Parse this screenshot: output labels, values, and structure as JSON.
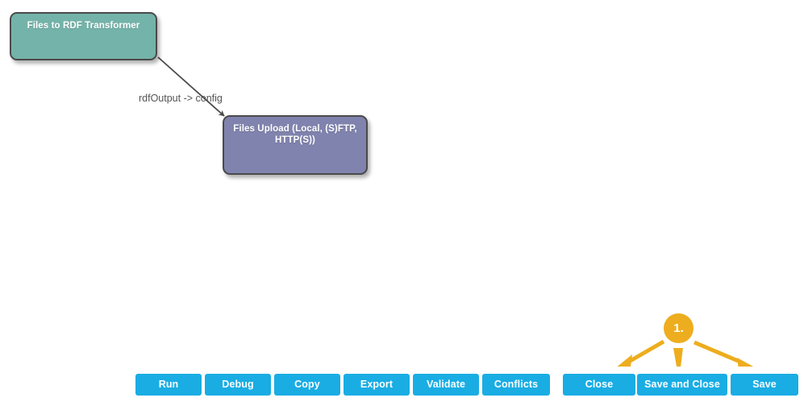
{
  "canvas": {
    "background_color": "#ffffff"
  },
  "diagram": {
    "nodes": [
      {
        "id": "files-to-rdf-transformer",
        "label": "Files to RDF Transformer",
        "color": "#74b3a9",
        "border_color": "#4a4a4a"
      },
      {
        "id": "files-upload",
        "label": "Files Upload (Local, (S)FTP, HTTP(S))",
        "color": "#8083ad",
        "border_color": "#4a4a4a"
      }
    ],
    "edges": [
      {
        "from": "files-to-rdf-transformer",
        "to": "files-upload",
        "label": "rdfOutput -> config",
        "color": "#555555"
      }
    ]
  },
  "annotations": {
    "accent_color": "#edad1e",
    "markers": [
      {
        "id": "marker-1",
        "label": "1.",
        "points_to": [
          "Close",
          "Save and Close",
          "Save"
        ]
      }
    ]
  },
  "toolbar": {
    "button_color": "#19ade4",
    "button_text_color": "#ffffff",
    "left_group": [
      {
        "id": "run",
        "label": "Run"
      },
      {
        "id": "debug",
        "label": "Debug"
      },
      {
        "id": "copy",
        "label": "Copy"
      },
      {
        "id": "export",
        "label": "Export"
      },
      {
        "id": "validate",
        "label": "Validate"
      },
      {
        "id": "conflicts",
        "label": "Conflicts"
      }
    ],
    "right_group": [
      {
        "id": "close",
        "label": "Close"
      },
      {
        "id": "save-and-close",
        "label": "Save and Close"
      },
      {
        "id": "save",
        "label": "Save"
      }
    ]
  }
}
